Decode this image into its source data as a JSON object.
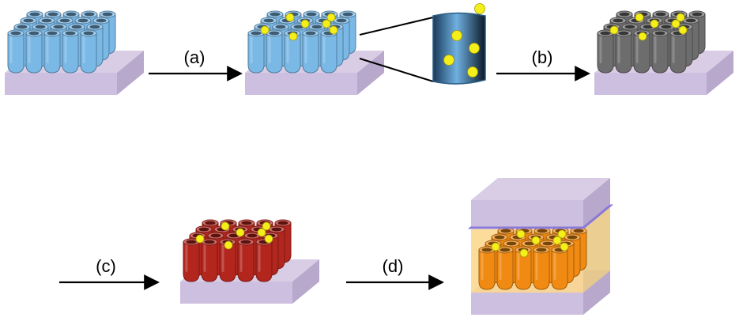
{
  "steps": [
    {
      "label": "(a)"
    },
    {
      "label": "(b)"
    },
    {
      "label": "(c)"
    },
    {
      "label": "(d)"
    }
  ],
  "colors": {
    "substrate_top": "#d9cde6",
    "substrate_front": "#cdbfe0",
    "substrate_side": "#b8a8cc",
    "tube_blue": "#7ab8e6",
    "tube_gray": "#6d6d6d",
    "tube_red": "#b3261e",
    "tube_orange": "#f08a12",
    "nanoparticle": "#f4ee1a",
    "electrolyte": "#fcd68a",
    "counter_electrode_layer": "#8a79d6",
    "arrow": "#000000"
  },
  "stages": [
    {
      "id": "as-grown",
      "tube_color": "tube_blue",
      "has_particles": false
    },
    {
      "id": "particle-loaded",
      "tube_color": "tube_blue",
      "has_particles": true,
      "has_zoom_inset": true
    },
    {
      "id": "annealed",
      "tube_color": "tube_gray",
      "has_particles": true
    },
    {
      "id": "sensitized",
      "tube_color": "tube_red",
      "has_particles": true
    },
    {
      "id": "assembled-cell",
      "tube_color": "tube_orange",
      "has_particles": true
    }
  ]
}
